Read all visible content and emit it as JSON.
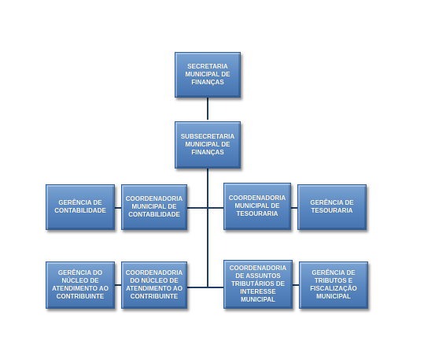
{
  "diagram": {
    "nodes": {
      "secretaria": "SECRETARIA MUNICIPAL DE FINANÇAS",
      "subsecretaria": "SUBSECRETARIA MUNICIPAL DE FINANÇAS",
      "gerencia_contabilidade": "GERÊNCIA DE CONTABILIDADE",
      "coord_contabilidade": "COORDENADORIA MUNICIPAL DE CONTABILIDADE",
      "coord_tesouraria": "COORDENADORIA MUNICIPAL DE TESOURARIA",
      "gerencia_tesouraria": "GERÊNCIA DE TESOURARIA",
      "gerencia_atendimento": "GERÊNCIA DO NÚCLEO DE ATENDIMENTO AO CONTRIBUINTE",
      "coord_atendimento": "COORDENADORIA DO NÚCLEO DE ATENDIMENTO AO CONTRIBUINTE",
      "coord_tributarios": "COORDENADORIA DE ASSUNTOS TRIBUTÁRIOS DE INTERESSE MUNICIPAL",
      "gerencia_tributos": "GERÊNCIA DE TRIBUTOS E FISCALIZAÇÃO MUNICIPAL"
    },
    "colors": {
      "node_fill": "#5886c0",
      "node_border": "#2f5d99",
      "connector": "#1f3f66"
    }
  }
}
